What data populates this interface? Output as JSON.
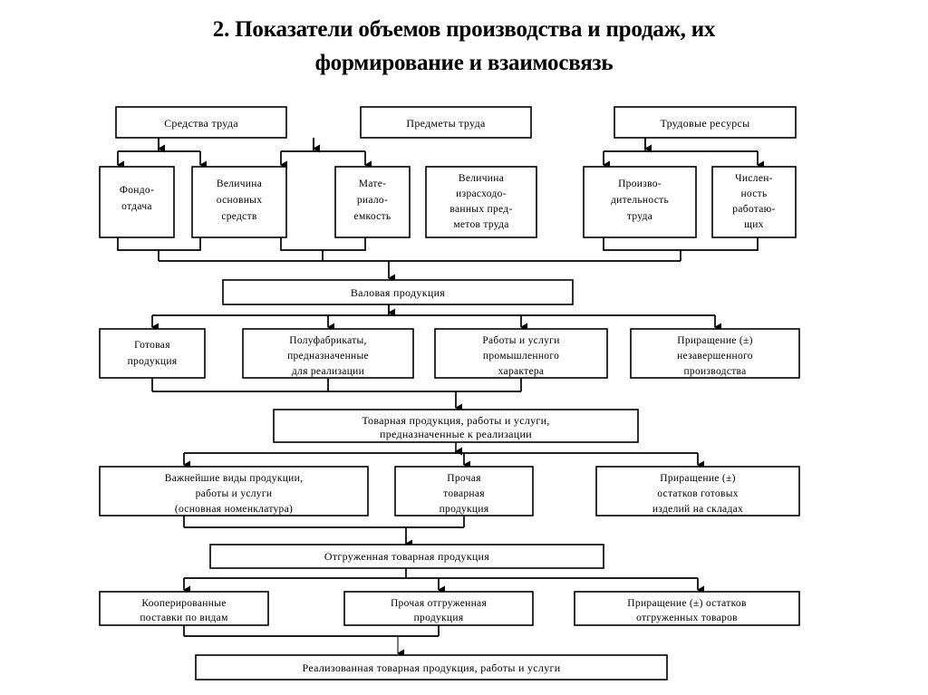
{
  "page": {
    "title": "2. Показатели объемов производства и продаж, их формирование и взаимосвязь",
    "title_line1": "2. Показатели объемов производства и продаж, их",
    "title_line2": "формирование и взаимосвязь",
    "background_color": "#ffffff",
    "line_color": "#000000",
    "text_color": "#000000"
  },
  "chart_data": {
    "type": "diagram",
    "title": "2. Показатели объемов производства и продаж, их формирование и взаимосвязь",
    "orientation": "top-to-bottom",
    "levels": [
      {
        "level": 1,
        "nodes": [
          {
            "id": "n1",
            "label": "Средства труда"
          },
          {
            "id": "n2",
            "label": "Предметы труда"
          },
          {
            "id": "n3",
            "label": "Трудовые ресурсы"
          }
        ]
      },
      {
        "level": 2,
        "nodes": [
          {
            "id": "n4",
            "label": "Фондо-\nотдача",
            "lines": [
              "Фондо-",
              "отдача"
            ]
          },
          {
            "id": "n5",
            "label": "Величина основных средств",
            "lines": [
              "Величина",
              "основных",
              "средств"
            ]
          },
          {
            "id": "n6",
            "label": "Мате-\nриало-\nемкость",
            "lines": [
              "Мате-",
              "риало-",
              "емкость"
            ]
          },
          {
            "id": "n7",
            "label": "Величина израсходованных предметов труда",
            "lines": [
              "Величина",
              "израсходо-",
              "ванных пред-",
              "метов труда"
            ]
          },
          {
            "id": "n8",
            "label": "Производительность труда",
            "lines": [
              "Произво-",
              "дительность",
              "труда"
            ]
          },
          {
            "id": "n9",
            "label": "Численность работающих",
            "lines": [
              "Числен-",
              "ность",
              "работаю-",
              "щих"
            ]
          }
        ]
      },
      {
        "level": 3,
        "nodes": [
          {
            "id": "n10",
            "label": "Валовая продукция",
            "lines": [
              "Валовая продукция"
            ]
          }
        ]
      },
      {
        "level": 4,
        "nodes": [
          {
            "id": "n11",
            "label": "Готовая продукция",
            "lines": [
              "Готовая",
              "продукция"
            ]
          },
          {
            "id": "n12",
            "label": "Полуфабрикаты, предназначенные для реализации",
            "lines": [
              "Полуфабрикаты,",
              "предназначенные",
              "для реализации"
            ]
          },
          {
            "id": "n13",
            "label": "Работы и услуги промышленного характера",
            "lines": [
              "Работы и услуги",
              "промышленного",
              "характера"
            ]
          },
          {
            "id": "n14",
            "label": "Приращение (±) незавершенного производства",
            "lines": [
              "Приращение (±)",
              "незавершенного",
              "производства"
            ]
          }
        ]
      },
      {
        "level": 5,
        "nodes": [
          {
            "id": "n15",
            "label": "Товарная продукция, работы и услуги, предназначенные к реализации",
            "lines": [
              "Товарная продукция, работы и услуги,",
              "предназначенные к реализации"
            ]
          }
        ]
      },
      {
        "level": 6,
        "nodes": [
          {
            "id": "n16",
            "label": "Важнейшие виды продукции, работы и услуги (основная номенклатура)",
            "lines": [
              "Важнейшие виды продукции,",
              "работы и услуги",
              "(основная номенклатура)"
            ]
          },
          {
            "id": "n17",
            "label": "Прочая товарная продукция",
            "lines": [
              "Прочая",
              "товарная",
              "продукция"
            ]
          },
          {
            "id": "n18",
            "label": "Приращение (±) остатков готовых изделий на складах",
            "lines": [
              "Приращение (±)",
              "остатков готовых",
              "изделий на складах"
            ]
          }
        ]
      },
      {
        "level": 7,
        "nodes": [
          {
            "id": "n19",
            "label": "Отгруженная товарная продукция",
            "lines": [
              "Отгруженная товарная продукция"
            ]
          }
        ]
      },
      {
        "level": 8,
        "nodes": [
          {
            "id": "n20",
            "label": "Кооперированные поставки по видам",
            "lines": [
              "Кооперированные",
              "поставки по видам"
            ]
          },
          {
            "id": "n21",
            "label": "Прочая отгруженная продукция",
            "lines": [
              "Прочая отгруженная",
              "продукция"
            ]
          },
          {
            "id": "n22",
            "label": "Приращение (±) остатков отгруженных товаров",
            "lines": [
              "Приращение (±) остатков",
              "отгруженных товаров"
            ]
          }
        ]
      },
      {
        "level": 9,
        "nodes": [
          {
            "id": "n23",
            "label": "Реализованная товарная продукция, работы и услуги",
            "lines": [
              "Реализованная товарная продукция, работы и услуги"
            ]
          }
        ]
      }
    ],
    "edges": [
      {
        "from": "n1",
        "to": "n4"
      },
      {
        "from": "n1",
        "to": "n5"
      },
      {
        "from": "n2",
        "to": "n6"
      },
      {
        "from": "n2",
        "to": "n7"
      },
      {
        "from": "n3",
        "to": "n8"
      },
      {
        "from": "n3",
        "to": "n9"
      },
      {
        "from": "n4",
        "to": "n10"
      },
      {
        "from": "n5",
        "to": "n10"
      },
      {
        "from": "n6",
        "to": "n10"
      },
      {
        "from": "n7",
        "to": "n10"
      },
      {
        "from": "n8",
        "to": "n10"
      },
      {
        "from": "n9",
        "to": "n10"
      },
      {
        "from": "n10",
        "to": "n11"
      },
      {
        "from": "n10",
        "to": "n12"
      },
      {
        "from": "n10",
        "to": "n13"
      },
      {
        "from": "n10",
        "to": "n14"
      },
      {
        "from": "n11",
        "to": "n15"
      },
      {
        "from": "n12",
        "to": "n15"
      },
      {
        "from": "n13",
        "to": "n15"
      },
      {
        "from": "n15",
        "to": "n16"
      },
      {
        "from": "n15",
        "to": "n17"
      },
      {
        "from": "n15",
        "to": "n18"
      },
      {
        "from": "n16",
        "to": "n19"
      },
      {
        "from": "n17",
        "to": "n19"
      },
      {
        "from": "n19",
        "to": "n20"
      },
      {
        "from": "n19",
        "to": "n21"
      },
      {
        "from": "n19",
        "to": "n22"
      },
      {
        "from": "n20",
        "to": "n23"
      },
      {
        "from": "n21",
        "to": "n23"
      }
    ]
  }
}
